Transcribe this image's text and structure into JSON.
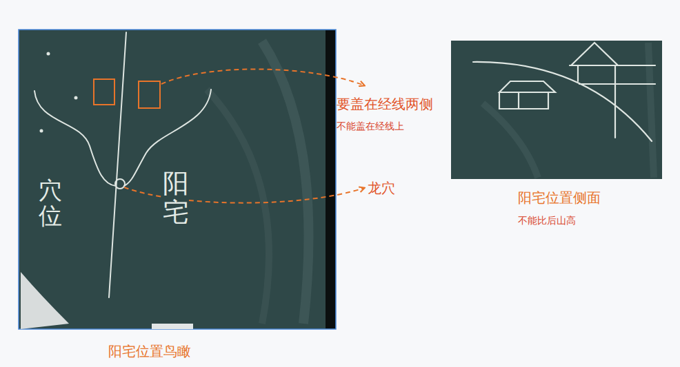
{
  "diagram": {
    "labels": [
      "要盖在经线两侧",
      "不能盖在经线上",
      "龙穴",
      "阳宅位置鸟瞰",
      "阳宅位置侧面",
      "不能比后山高",
      "穴位",
      "阳宅"
    ]
  }
}
